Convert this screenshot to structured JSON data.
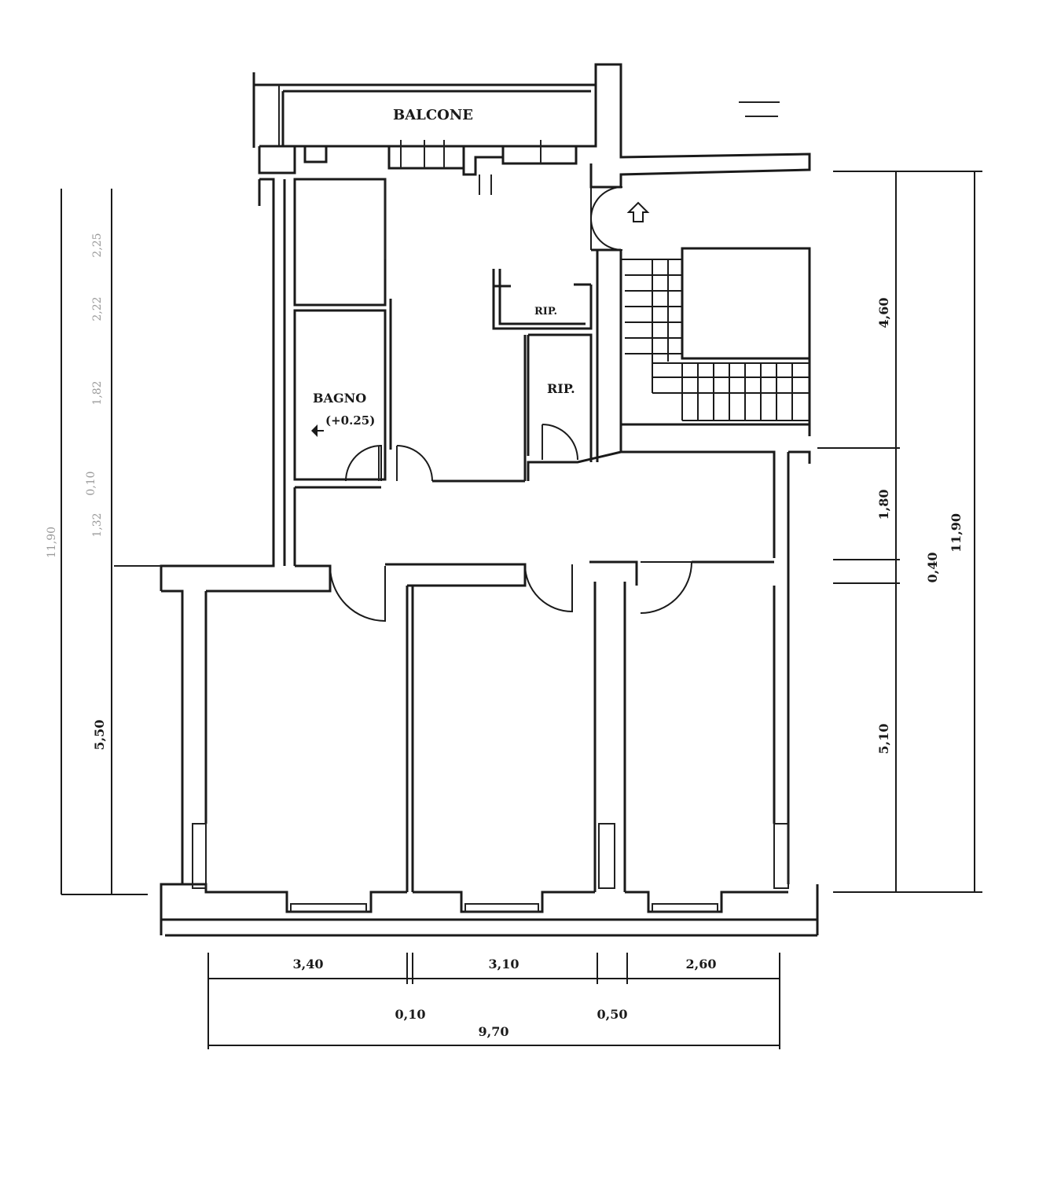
{
  "rooms": {
    "balcone": "BALCONE",
    "bagno": "BAGNO",
    "bagno_note": "(+0.25)",
    "rip_upper": "RIP.",
    "rip_lower": "RIP."
  },
  "dimensions": {
    "right": {
      "d1": "4,60",
      "d2": "1,80",
      "d3": "0,40",
      "d4": "5,10",
      "total": "11,90"
    },
    "left": {
      "total": "11,90",
      "d1": "2,25",
      "d2": "2,22",
      "d3": "1,82",
      "d4": "0,10",
      "d5": "1,32",
      "d6": "5,50"
    },
    "bottom": {
      "w1": "3,40",
      "w2": "3,10",
      "w3": "2,60",
      "gap1": "0,10",
      "gap2": "0,50",
      "total": "9,70"
    }
  }
}
